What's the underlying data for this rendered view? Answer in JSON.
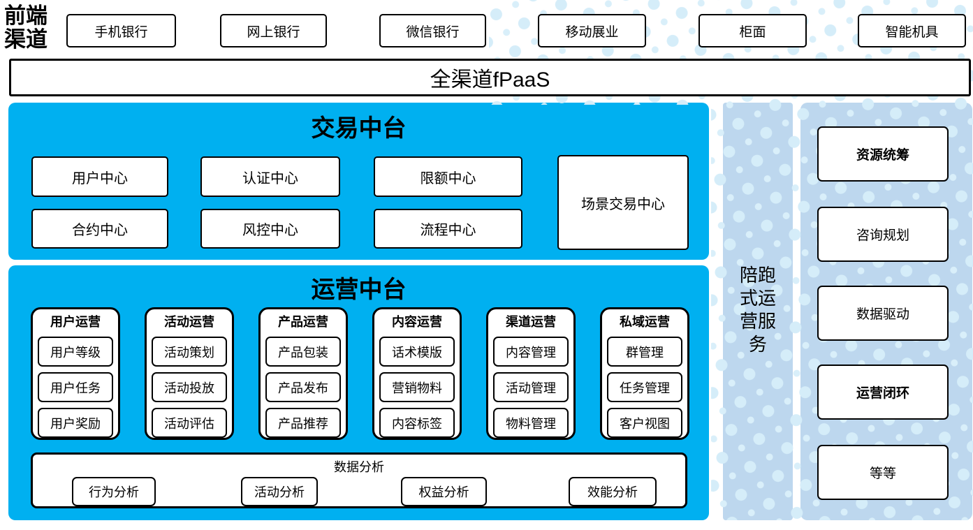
{
  "channels": {
    "label": "前端渠道",
    "items": [
      "手机银行",
      "网上银行",
      "微信银行",
      "移动展业",
      "柜面",
      "智能机具"
    ]
  },
  "fpaas": {
    "label": "全渠道fPaaS"
  },
  "trade_platform": {
    "title": "交易中台",
    "row1": [
      "用户中心",
      "认证中心",
      "限额中心"
    ],
    "row2": [
      "合约中心",
      "风控中心",
      "流程中心"
    ],
    "tall_box": "场景交易中心"
  },
  "operation_platform": {
    "title": "运营中台",
    "groups": [
      {
        "title": "用户运营",
        "items": [
          "用户等级",
          "用户任务",
          "用户奖励"
        ]
      },
      {
        "title": "活动运营",
        "items": [
          "活动策划",
          "活动投放",
          "活动评估"
        ]
      },
      {
        "title": "产品运营",
        "items": [
          "产品包装",
          "产品发布",
          "产品推荐"
        ]
      },
      {
        "title": "内容运营",
        "items": [
          "话术模版",
          "营销物料",
          "内容标签"
        ]
      },
      {
        "title": "渠道运营",
        "items": [
          "内容管理",
          "活动管理",
          "物料管理"
        ]
      },
      {
        "title": "私域运营",
        "items": [
          "群管理",
          "任务管理",
          "客户视图"
        ]
      }
    ],
    "analysis": {
      "title": "数据分析",
      "items": [
        "行为分析",
        "活动分析",
        "权益分析",
        "效能分析"
      ]
    }
  },
  "service_bar": {
    "label": "陪跑式运营服务"
  },
  "right_panel": {
    "items": [
      {
        "label": "资源统筹",
        "bold": true
      },
      {
        "label": "咨询规划",
        "bold": false
      },
      {
        "label": "数据驱动",
        "bold": false
      },
      {
        "label": "运营闭环",
        "bold": true
      },
      {
        "label": "等等",
        "bold": false
      }
    ]
  },
  "colors": {
    "cyan_panel": "#00B0F0",
    "light_blue_panel": "#BDD7EE",
    "dots": "#D5EDF9",
    "border": "#000000",
    "background": "#FFFFFF"
  }
}
